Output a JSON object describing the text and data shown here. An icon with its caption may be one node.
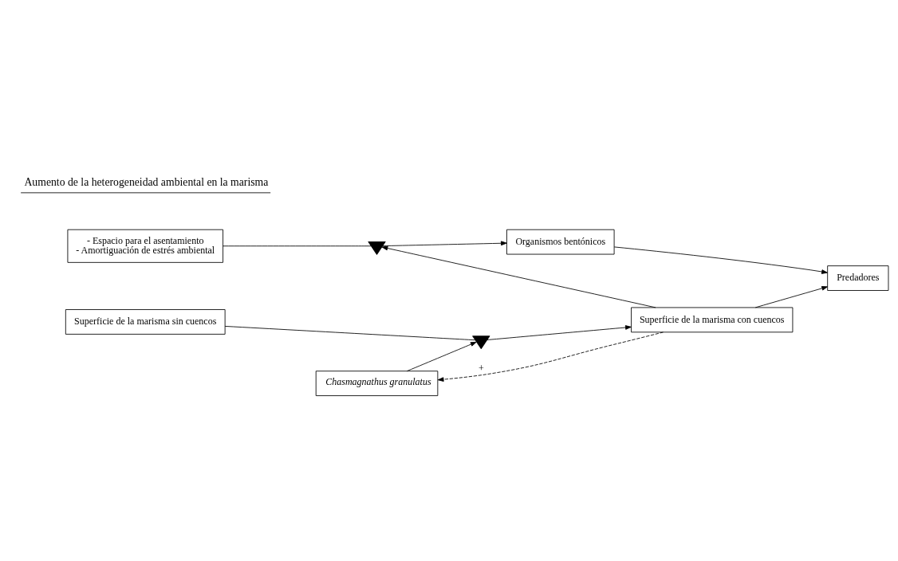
{
  "diagram": {
    "nodes": [
      {
        "text": [
          "- Espacio para el asentamiento",
          "- Amortiguación de estrés ambiental"
        ]
      },
      {
        "text": [],
        "shape": "valve"
      },
      {
        "text": [
          "Organismos bentónicos"
        ]
      },
      {
        "text": [
          "Superficie de la marisma sin cuencos"
        ]
      },
      {
        "text": [],
        "shape": "valve"
      },
      {
        "text": [
          "Superficie de la marisma con cuencos"
        ]
      },
      {
        "text": [
          "Predadores"
        ]
      },
      {
        "text": [
          "Chasmagnathus granulatus"
        ]
      }
    ],
    "edges": [
      {
        "from": 0,
        "to": 1,
        "arrow": "none"
      },
      {
        "from": 1,
        "to": 2,
        "arrow": "to"
      },
      {
        "from": 3,
        "to": 4,
        "arrow": "none"
      },
      {
        "from": 4,
        "to": 5,
        "arrow": "to"
      },
      {
        "from": 5,
        "to": 1,
        "arrow": "to"
      },
      {
        "from": 7,
        "to": 4,
        "arrow": "to"
      },
      {
        "from": 2,
        "to": 6,
        "arrow": "to"
      },
      {
        "from": 5,
        "to": 6,
        "arrow": "to"
      },
      {
        "from": 5,
        "to": 7,
        "arrow": "to",
        "label": "+",
        "style": "dashed"
      }
    ],
    "labels": [
      "Aumento de la heterogeneidad ambiental en la marisma"
    ]
  }
}
